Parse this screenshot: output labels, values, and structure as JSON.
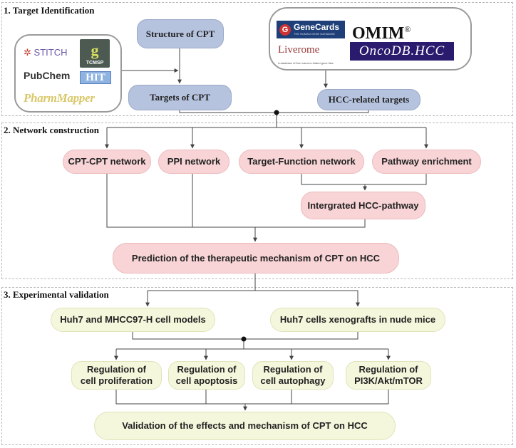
{
  "sections": [
    {
      "title": "1. Target Identification"
    },
    {
      "title": "2. Network construction"
    },
    {
      "title": "3. Experimental validation"
    }
  ],
  "identification": {
    "structure": "Structure of CPT",
    "targets": "Targets of CPT",
    "hcc_targets": "HCC-related targets",
    "cpt_databases": [
      "STITCH",
      "TCMSP",
      "PubChem",
      "HIT",
      "PharmMapper"
    ],
    "hcc_databases": [
      "GeneCards",
      "OMIM",
      "Liverome",
      "OncoDB.HCC"
    ],
    "genecards_tagline": "THE HUMAN GENE DATABASE",
    "omim_mark": "®",
    "liverome_tagline": "A database of liver cancer-related gene lists"
  },
  "network": {
    "cpt_cpt": "CPT-CPT network",
    "ppi": "PPI network",
    "target_function": "Target-Function network",
    "pathway": "Pathway enrichment",
    "integrated": "Intergrated HCC-pathway",
    "prediction": "Prediction of the therapeutic mechanism of CPT on HCC"
  },
  "validation": {
    "cell_models": "Huh7 and MHCC97-H cell models",
    "xenografts": "Huh7 cells xenografts in nude mice",
    "regulations": [
      {
        "line1": "Regulation of",
        "line2": "cell proliferation"
      },
      {
        "line1": "Regulation of",
        "line2": "cell apoptosis"
      },
      {
        "line1": "Regulation of",
        "line2": "cell autophagy"
      },
      {
        "line1": "Regulation of",
        "line2": "PI3K/Akt/mTOR"
      }
    ],
    "final": "Validation of the effects and mechanism of CPT on HCC"
  },
  "colors": {
    "blue_node": "#b6c3de",
    "pink_node": "#f8d4d6",
    "yellow_node": "#f5f7dc",
    "connector": "#444444"
  }
}
